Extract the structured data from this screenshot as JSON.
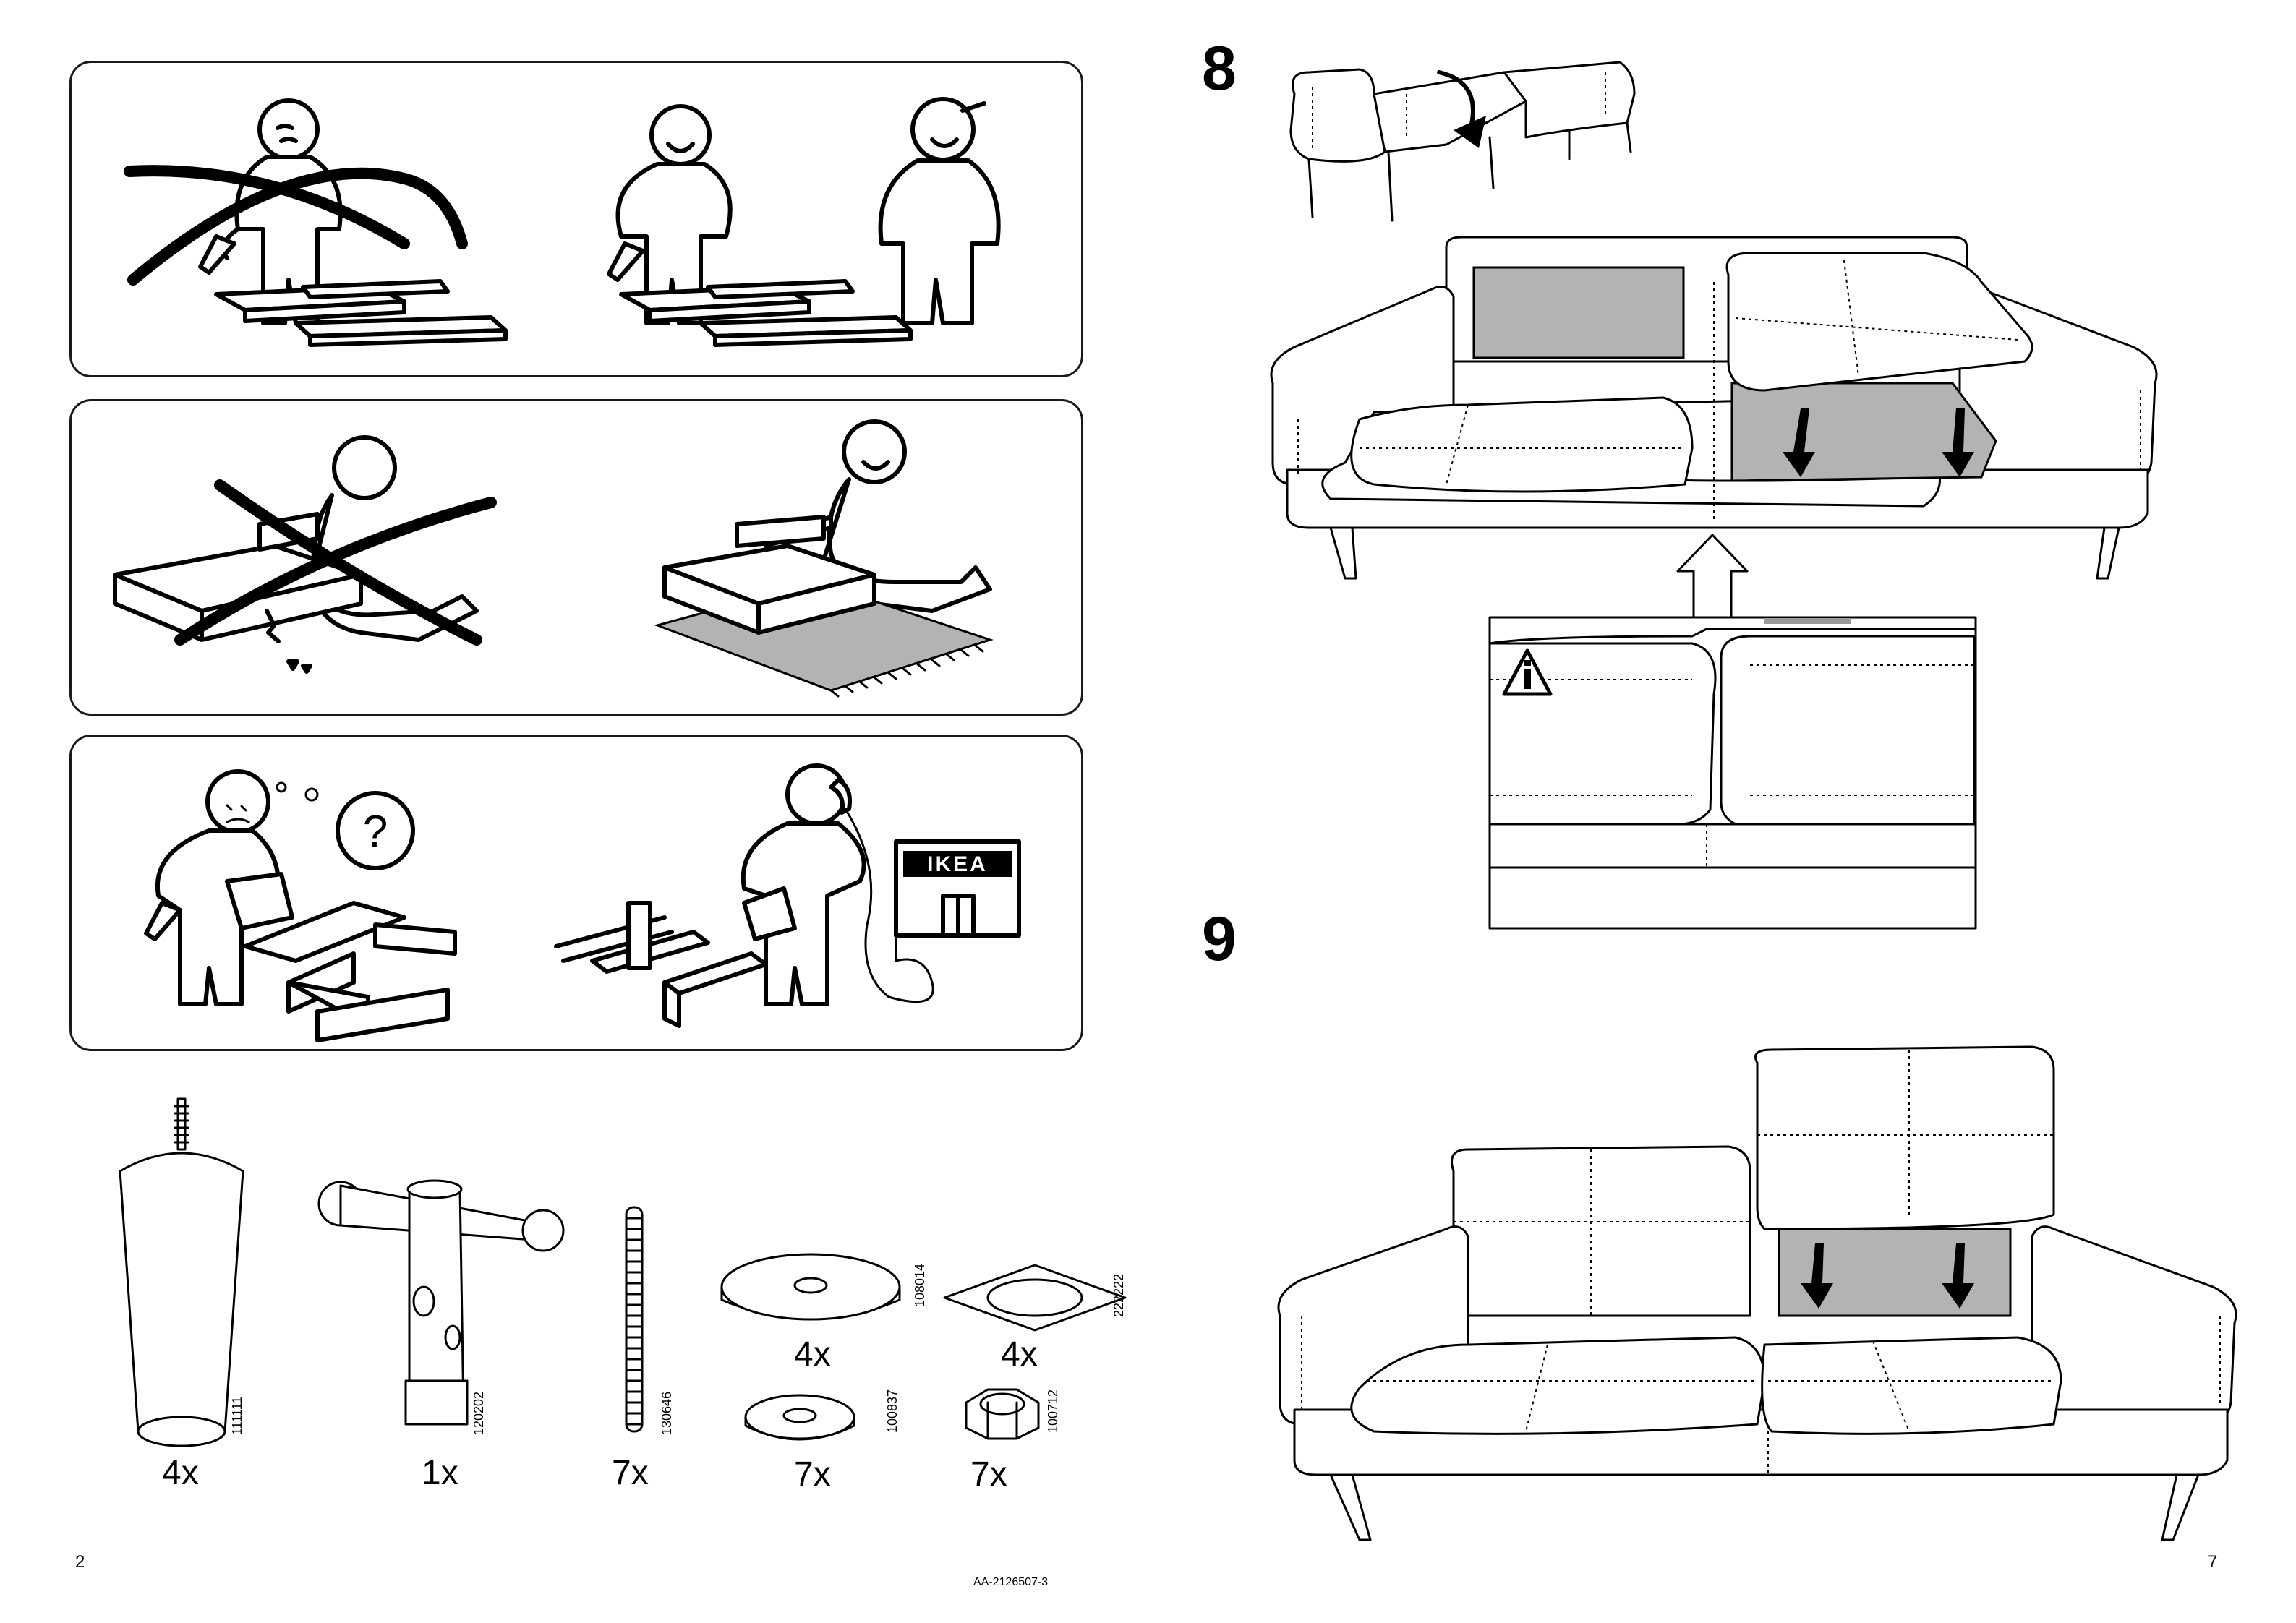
{
  "footer": {
    "page_left": "2",
    "page_right": "7",
    "doc_id": "AA-2126507-3"
  },
  "steps": {
    "step8": "8",
    "step9": "9"
  },
  "panel3": {
    "question_mark": "?",
    "store_sign": "IKEA"
  },
  "parts": [
    {
      "qty": "4x",
      "code": "111111",
      "name": "leg"
    },
    {
      "qty": "1x",
      "code": "120202",
      "name": "box-spanner"
    },
    {
      "qty": "7x",
      "code": "130646",
      "name": "threaded-rod"
    },
    {
      "qty": "4x",
      "code": "108014",
      "name": "large-washer"
    },
    {
      "qty": "4x",
      "code": "222222",
      "name": "pad"
    },
    {
      "qty": "7x",
      "code": "100837",
      "name": "washer"
    },
    {
      "qty": "7x",
      "code": "100712",
      "name": "nut"
    }
  ],
  "colors": {
    "line": "#000000",
    "fill_grey": "#b3b3b3",
    "background": "#ffffff"
  },
  "icons": [
    "info-warning-icon",
    "arrow-down-icon",
    "arrow-up-outline-icon",
    "rotate-arrow-icon"
  ]
}
